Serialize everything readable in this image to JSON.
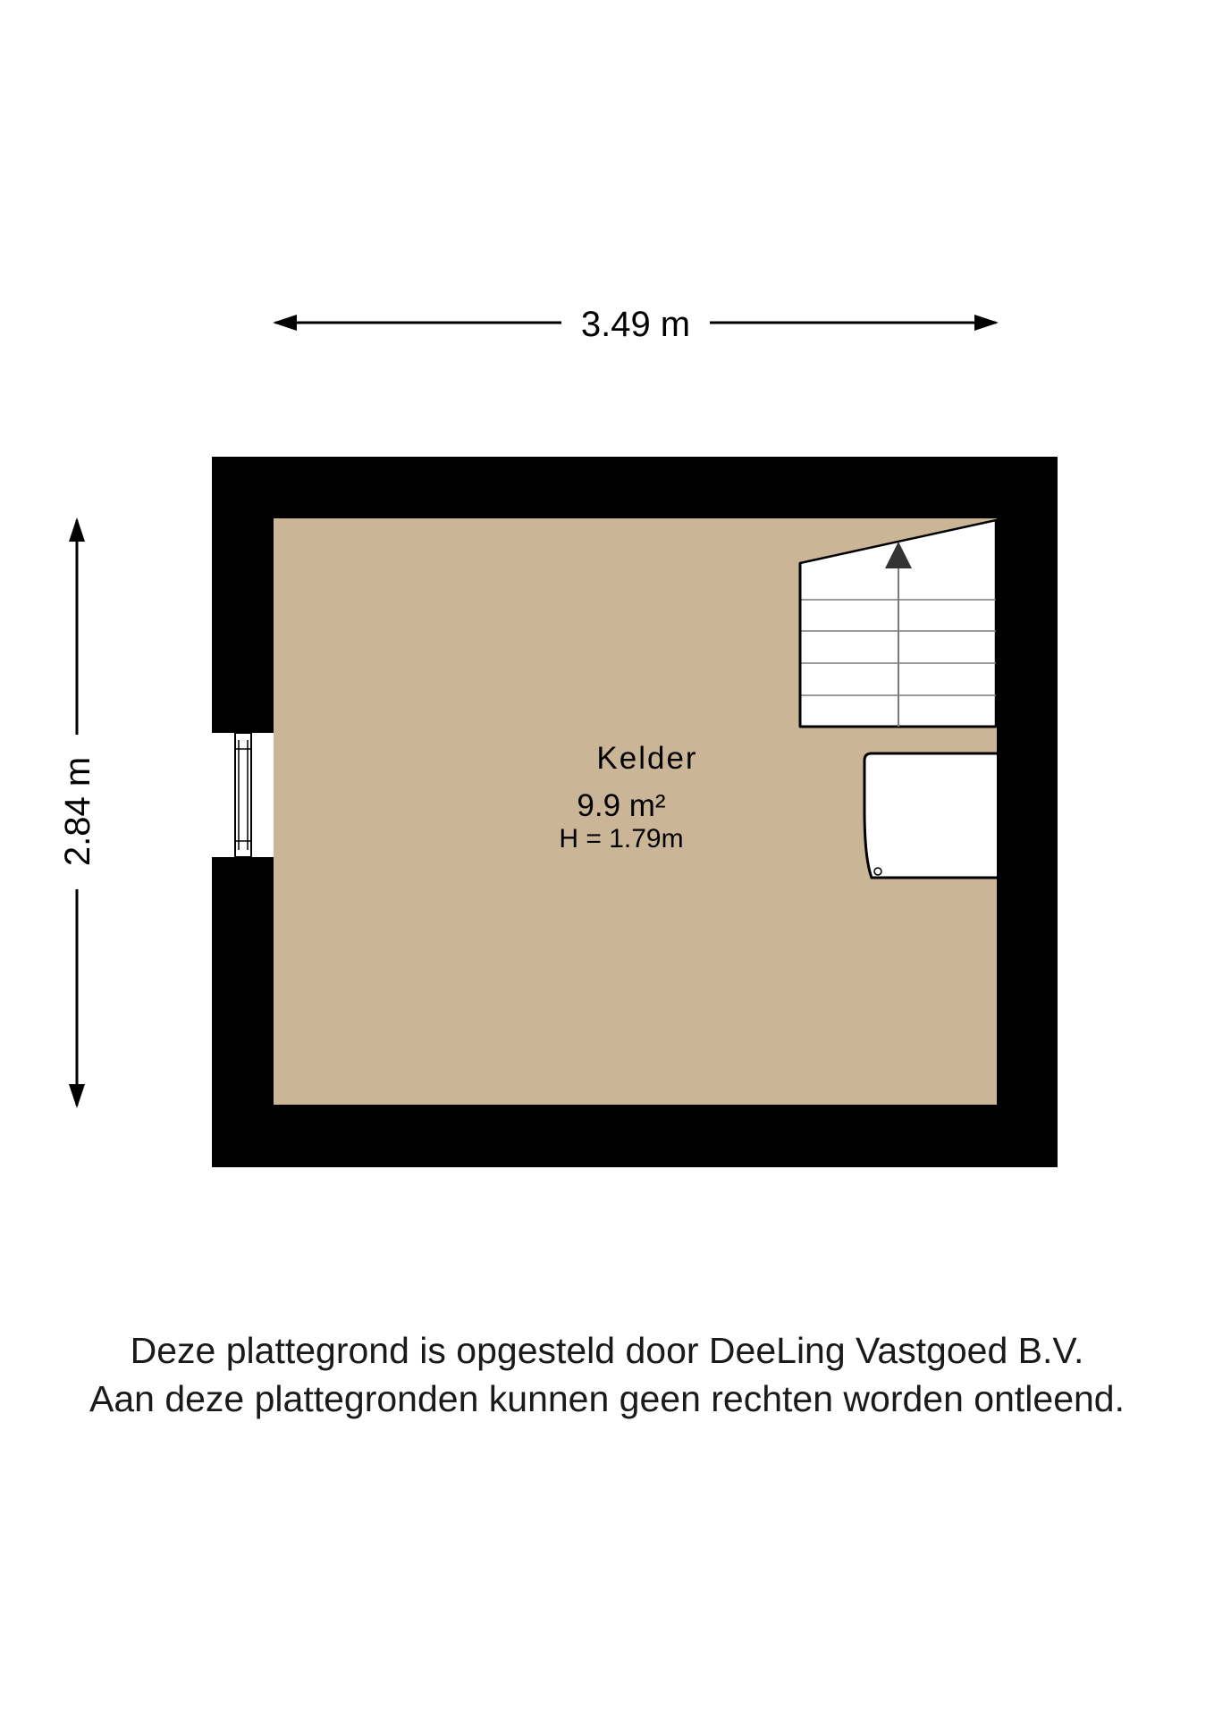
{
  "dimensions": {
    "width_label": "3.49 m",
    "height_label": "2.84 m"
  },
  "room": {
    "name": "Kelder",
    "area": "9.9 m²",
    "height": "H = 1.79m"
  },
  "colors": {
    "floor": "#cbb597",
    "wall": "#000000",
    "fixture": "#ffffff"
  },
  "icons": [
    "stairs-icon",
    "up-arrow-icon",
    "window-icon",
    "sink-icon"
  ],
  "disclaimer": {
    "line1": "Deze plattegrond is opgesteld door DeeLing Vastgoed B.V.",
    "line2": "Aan deze plattegronden kunnen geen rechten worden ontleend."
  }
}
